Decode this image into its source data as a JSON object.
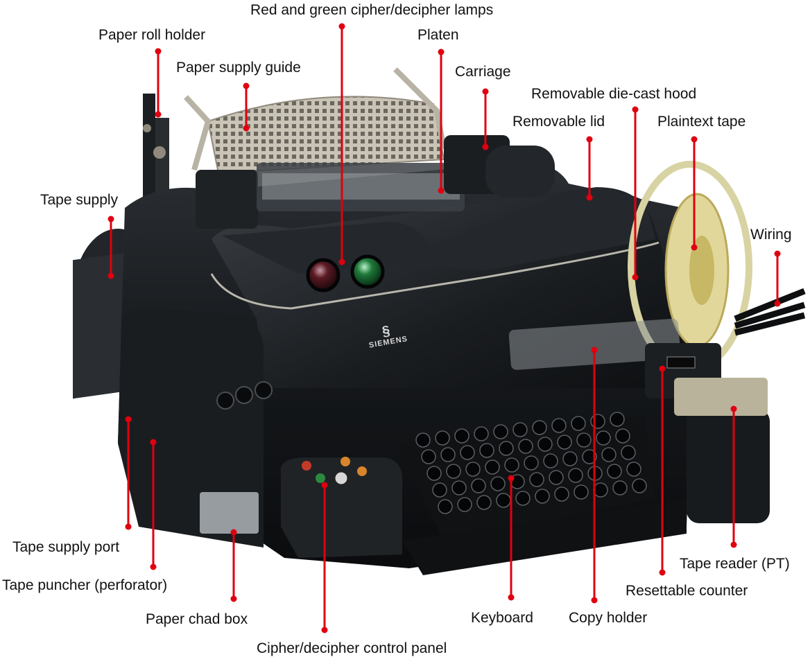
{
  "colors": {
    "background": "#ffffff",
    "leader_line": "#e0000f",
    "machine_body": "#15181b",
    "machine_highlight": "#3a3f44",
    "metal": "#c9c4b6",
    "reel": "#d8d3a2",
    "lamp_red": "#5a1a24",
    "lamp_green": "#1f7a3a"
  },
  "brand": {
    "logo_text": "SIEMENS"
  },
  "labels": {
    "lamps": "Red and green cipher/decipher lamps",
    "paper_roll_holder": "Paper roll holder",
    "platen": "Platen",
    "paper_supply_guide": "Paper supply guide",
    "carriage": "Carriage",
    "die_cast_hood": "Removable die-cast hood",
    "removable_lid": "Removable lid",
    "plaintext_tape": "Plaintext tape",
    "tape_supply": "Tape supply",
    "wiring": "Wiring",
    "tape_supply_port": "Tape supply port",
    "tape_puncher": "Tape puncher (perforator)",
    "paper_chad_box": "Paper chad box",
    "cipher_panel": "Cipher/decipher control panel",
    "keyboard": "Keyboard",
    "copy_holder": "Copy holder",
    "resettable_counter": "Resettable counter",
    "tape_reader": "Tape reader (PT)"
  }
}
